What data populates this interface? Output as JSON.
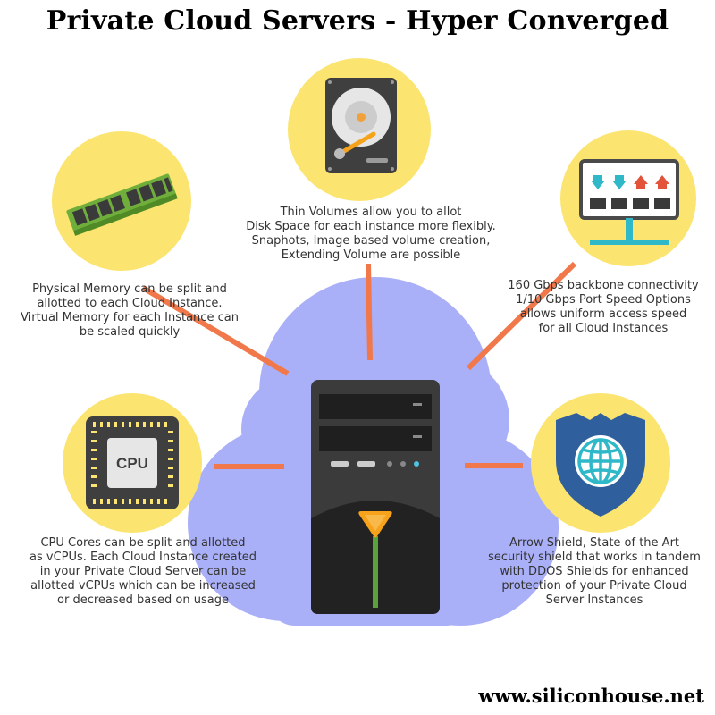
{
  "header": {
    "title": "Private Cloud Servers - Hyper Converged"
  },
  "footer": {
    "website": "www.siliconhouse.net"
  },
  "colors": {
    "cloud": "#aab0f8",
    "circle": "#fbe470",
    "connector": "#f0784a",
    "server_body": "#3b3b3b",
    "accent_orange": "#f7a21b",
    "accent_green": "#5aa33c"
  },
  "icons": {
    "disk": "hard-drive-icon",
    "memory": "ram-module-icon",
    "network": "network-switch-icon",
    "cpu": "cpu-chip-icon",
    "shield": "shield-globe-icon",
    "center": "server-tower-icon"
  },
  "cpu_chip": {
    "label": "CPU"
  },
  "features": {
    "disk": {
      "lines": [
        "Thin Volumes allow you to allot",
        "Disk Space for each instance more flexibly.",
        "Snaphots, Image based volume creation,",
        "Extending Volume are possible"
      ]
    },
    "memory": {
      "lines": [
        "Physical Memory can be split and",
        "allotted to each Cloud Instance.",
        "Virtual Memory for each Instance can",
        "be scaled quickly"
      ]
    },
    "network": {
      "lines": [
        "160 Gbps backbone connectivity",
        "1/10 Gbps Port Speed Options",
        "allows uniform access speed",
        "for all Cloud Instances"
      ]
    },
    "cpu": {
      "lines": [
        "CPU Cores can be split and allotted",
        "as vCPUs. Each Cloud Instance created",
        "in your Private Cloud Server can be",
        "allotted vCPUs which can be increased",
        "or decreased based on usage"
      ]
    },
    "shield": {
      "lines": [
        "Arrow Shield, State of the Art",
        "security shield that works in tandem",
        "with DDOS Shields for enhanced",
        "protection of your Private Cloud",
        "Server Instances"
      ]
    }
  }
}
